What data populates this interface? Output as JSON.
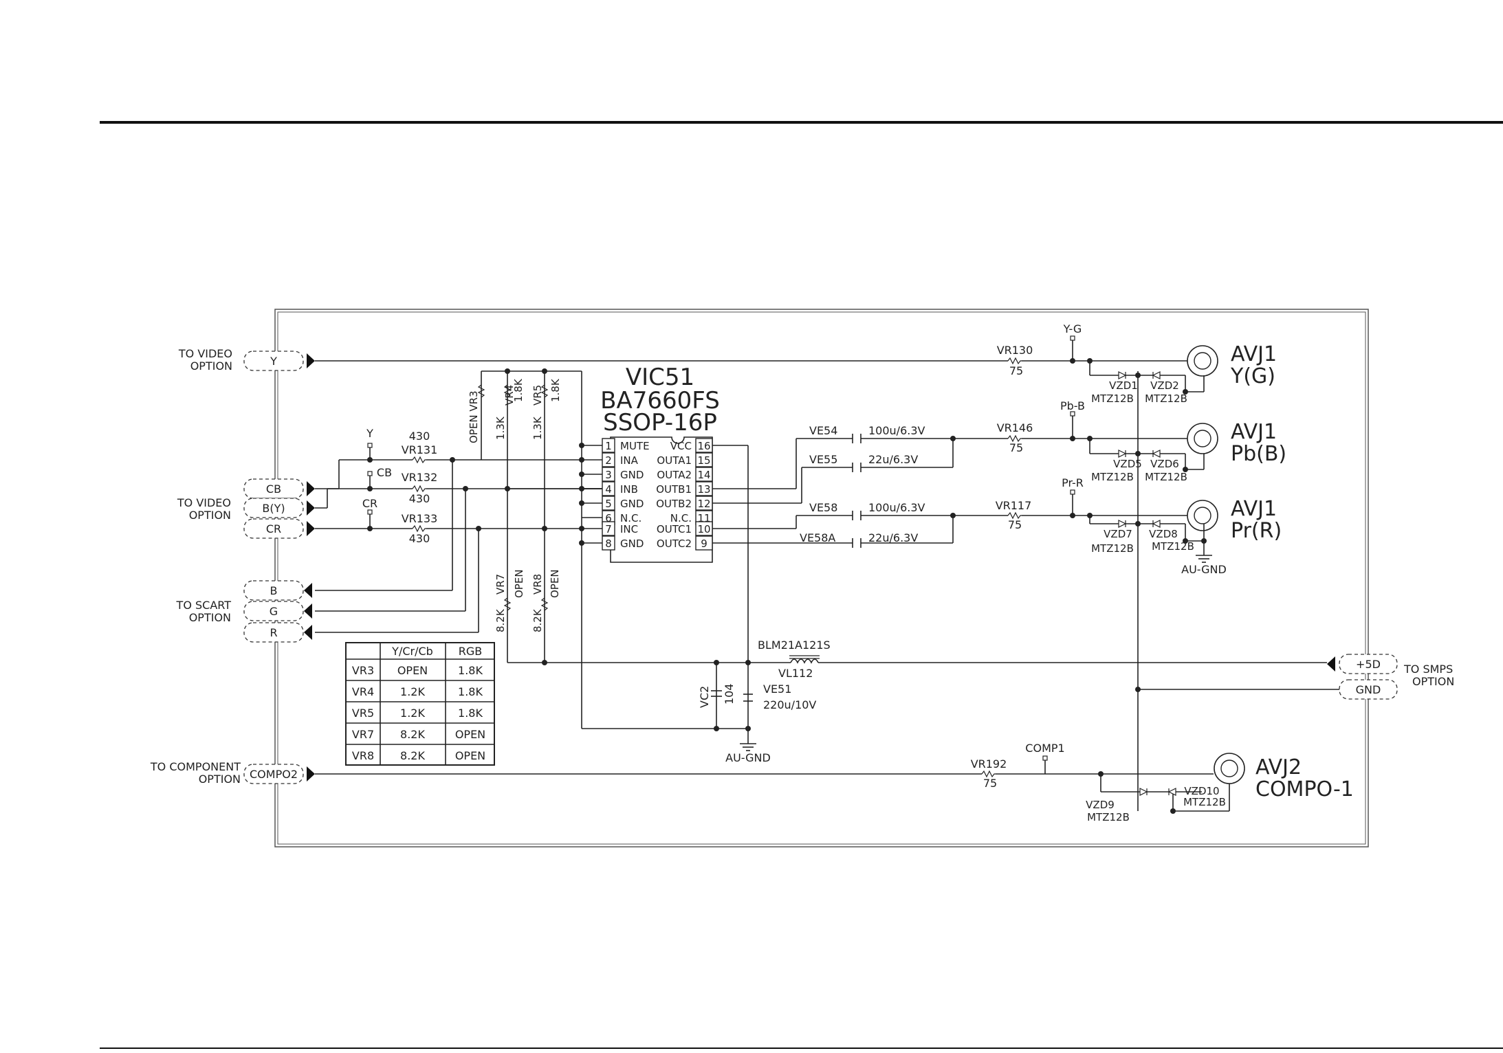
{
  "page": {},
  "connectors_left": {
    "video_top_label": [
      "TO VIDEO",
      "OPTION"
    ],
    "video_top_pins": [
      "Y"
    ],
    "video_mid_label": [
      "TO VIDEO",
      "OPTION"
    ],
    "video_mid_pins": [
      "CB",
      "B(Y)",
      "CR"
    ],
    "scart_label": [
      "TO SCART",
      "OPTION"
    ],
    "scart_pins": [
      "B",
      "G",
      "R"
    ],
    "component_label": [
      "TO COMPONENT",
      "OPTION"
    ],
    "component_pins": [
      "COMPO2"
    ]
  },
  "connectors_right": {
    "smps_label": [
      "TO SMPS",
      "OPTION"
    ],
    "smps_pins": [
      "+5D",
      "GND"
    ]
  },
  "ic": {
    "ref": "VIC51",
    "part": "BA7660FS",
    "package": "SSOP-16P",
    "left_pins": [
      {
        "num": "1",
        "name": "MUTE"
      },
      {
        "num": "2",
        "name": "INA"
      },
      {
        "num": "3",
        "name": "GND"
      },
      {
        "num": "4",
        "name": "INB"
      },
      {
        "num": "5",
        "name": "GND"
      },
      {
        "num": "6",
        "name": "N.C."
      },
      {
        "num": "7",
        "name": "INC"
      },
      {
        "num": "8",
        "name": "GND"
      }
    ],
    "right_pins": [
      {
        "num": "16",
        "name": "VCC"
      },
      {
        "num": "15",
        "name": "OUTA1"
      },
      {
        "num": "14",
        "name": "OUTA2"
      },
      {
        "num": "13",
        "name": "OUTB1"
      },
      {
        "num": "12",
        "name": "OUTB2"
      },
      {
        "num": "11",
        "name": "N.C."
      },
      {
        "num": "10",
        "name": "OUTC1"
      },
      {
        "num": "9",
        "name": "OUTC2"
      }
    ]
  },
  "resistors": {
    "vr131": {
      "ref": "VR131",
      "value": "430"
    },
    "vr132": {
      "ref": "VR132",
      "value": "430"
    },
    "vr133": {
      "ref": "VR133",
      "value": "430"
    },
    "vr130": {
      "ref": "VR130",
      "value": "75"
    },
    "vr146": {
      "ref": "VR146",
      "value": "75"
    },
    "vr117": {
      "ref": "VR117",
      "value": "75"
    },
    "vr192": {
      "ref": "VR192",
      "value": "75"
    },
    "vr3": "OPEN VR3",
    "vr4": [
      "1.3K",
      "VR4",
      "1.8K"
    ],
    "vr5": [
      "1.3K",
      "VR5",
      "1.8K"
    ],
    "vr7": [
      "8.2K",
      "VR7",
      "OPEN"
    ],
    "vr8": [
      "8.2K",
      "VR8",
      "OPEN"
    ]
  },
  "capacitors": {
    "ve54": {
      "ref": "VE54",
      "value": "100u/6.3V"
    },
    "ve55": {
      "ref": "VE55",
      "value": "22u/6.3V"
    },
    "ve58": {
      "ref": "VE58",
      "value": "100u/6.3V"
    },
    "ve58a": {
      "ref": "VE58A",
      "value": "22u/6.3V"
    },
    "vc2": {
      "ref": "VC2",
      "value": "104"
    },
    "ve51": {
      "ref": "VE51",
      "value": "220u/10V"
    }
  },
  "ferrite": {
    "part": "BLM21A121S",
    "ref": "VL112"
  },
  "test_points": {
    "y_left": "Y",
    "cb": "CB",
    "cr": "CR",
    "y_g": "Y-G",
    "pb_b": "Pb-B",
    "pr_r": "Pr-R",
    "comp1": "COMP1"
  },
  "jacks": [
    {
      "ref": "AVJ1",
      "signal": "Y(G)"
    },
    {
      "ref": "AVJ1",
      "signal": "Pb(B)"
    },
    {
      "ref": "AVJ1",
      "signal": "Pr(R)"
    },
    {
      "ref": "AVJ2",
      "signal": "COMPO-1"
    }
  ],
  "diodes": {
    "vzd1": "VZD1",
    "vzd2": "VZD2",
    "vzd5": "VZD5",
    "vzd6": "VZD6",
    "vzd7": "VZD7",
    "vzd8": "VZD8",
    "vzd9": "VZD9",
    "vzd10": "VZD10",
    "type": "MTZ12B"
  },
  "grounds": {
    "au_gnd": "AU-GND"
  },
  "option_table": {
    "headers": [
      "",
      "Y/Cr/Cb",
      "RGB"
    ],
    "rows": [
      [
        "VR3",
        "OPEN",
        "1.8K"
      ],
      [
        "VR4",
        "1.2K",
        "1.8K"
      ],
      [
        "VR5",
        "1.2K",
        "1.8K"
      ],
      [
        "VR7",
        "8.2K",
        "OPEN"
      ],
      [
        "VR8",
        "8.2K",
        "OPEN"
      ]
    ]
  }
}
